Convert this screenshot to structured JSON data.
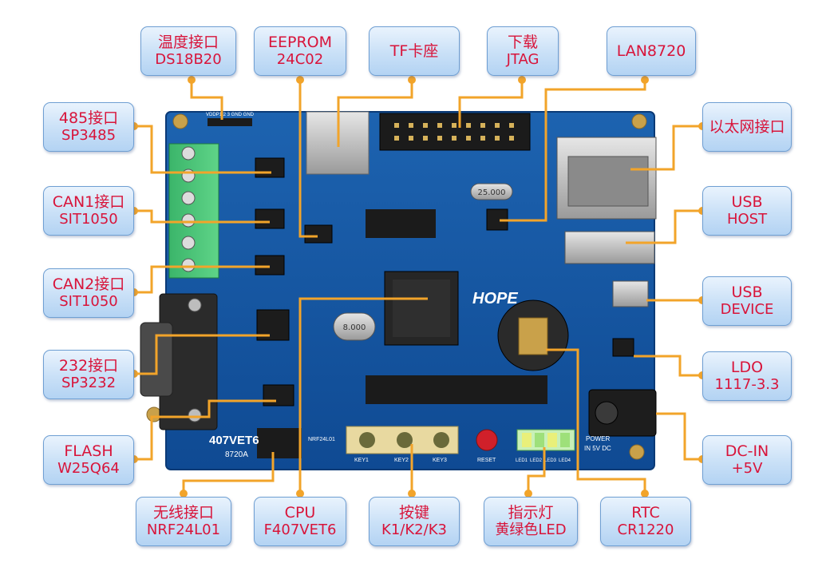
{
  "board": {
    "model_label": "407VET6",
    "sub_label": "8720A",
    "brand": "HOPE",
    "lan_connector_label": "NRF24L01",
    "power_labels": [
      "POWER",
      "IN 5V DC"
    ],
    "temp_header_pins": "VDDP1 2 3 GND GND",
    "key_labels": [
      "KEY1",
      "KEY2",
      "KEY3"
    ],
    "reset_label": "RESET",
    "led_labels": [
      "LED1",
      "LED2",
      "LED3",
      "LED4"
    ],
    "crystal_label": "25.000",
    "crystal2_label": "8.000"
  },
  "callouts": [
    {
      "id": "temp",
      "line1": "温度接口",
      "line2": "DS18B20"
    },
    {
      "id": "eeprom",
      "line1": "EEPROM",
      "line2": "24C02"
    },
    {
      "id": "tf",
      "line1": "TF卡座",
      "line2": ""
    },
    {
      "id": "jtag",
      "line1": "下载",
      "line2": "JTAG"
    },
    {
      "id": "lan",
      "line1": "LAN8720",
      "line2": ""
    },
    {
      "id": "rs485",
      "line1": "485接口",
      "line2": "SP3485"
    },
    {
      "id": "ethernet",
      "line1": "以太网接口",
      "line2": ""
    },
    {
      "id": "can1",
      "line1": "CAN1接口",
      "line2": "SIT1050"
    },
    {
      "id": "usbhost",
      "line1": "USB",
      "line2": "HOST"
    },
    {
      "id": "can2",
      "line1": "CAN2接口",
      "line2": "SIT1050"
    },
    {
      "id": "usbdevice",
      "line1": "USB",
      "line2": "DEVICE"
    },
    {
      "id": "rs232",
      "line1": "232接口",
      "line2": "SP3232"
    },
    {
      "id": "ldo",
      "line1": "LDO",
      "line2": "1117-3.3"
    },
    {
      "id": "flash",
      "line1": "FLASH",
      "line2": "W25Q64"
    },
    {
      "id": "dcin",
      "line1": "DC-IN",
      "line2": "+5V"
    },
    {
      "id": "wireless",
      "line1": "无线接口",
      "line2": "NRF24L01"
    },
    {
      "id": "cpu",
      "line1": "CPU",
      "line2": "F407VET6"
    },
    {
      "id": "keys",
      "line1": "按键",
      "line2": "K1/K2/K3"
    },
    {
      "id": "leds",
      "line1": "指示灯",
      "line2": "黄绿色LED"
    },
    {
      "id": "rtc",
      "line1": "RTC",
      "line2": "CR1220"
    }
  ]
}
